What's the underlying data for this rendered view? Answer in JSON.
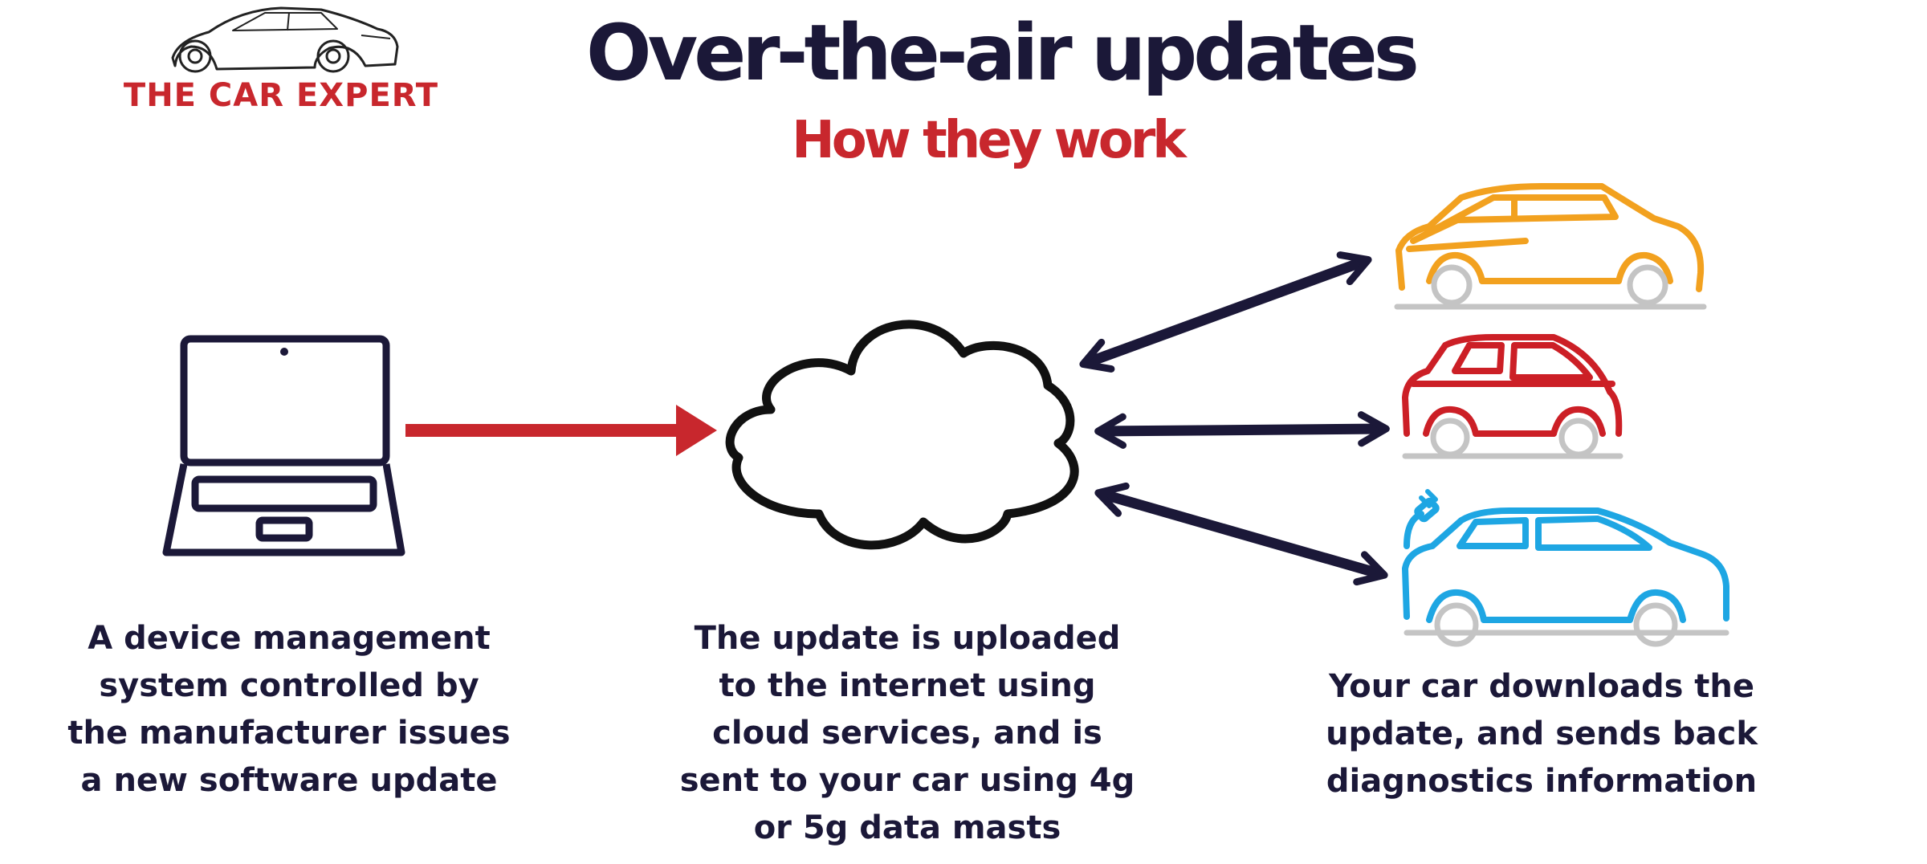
{
  "header": {
    "title": "Over-the-air updates",
    "subtitle": "How they work"
  },
  "brand": {
    "name": "THE CAR EXPERT",
    "logo_icon": "car-silhouette-icon"
  },
  "steps": [
    {
      "icon": "laptop-icon",
      "lines": [
        "A device management",
        "system controlled by",
        "the manufacturer issues",
        "a new software update"
      ]
    },
    {
      "icon": "cloud-icon",
      "lines": [
        "The update is uploaded",
        "to the internet using",
        "cloud services, and is",
        "sent to your car using 4g",
        "or 5g data masts"
      ]
    },
    {
      "icon": "car-icon",
      "lines": [
        "Your car downloads the",
        "update, and sends back",
        "diagnostics information"
      ]
    }
  ],
  "cars": [
    {
      "name": "orange-suv-icon",
      "color": "#f2a11f"
    },
    {
      "name": "red-hatchback-icon",
      "color": "#cc1f26"
    },
    {
      "name": "blue-electric-suv-icon",
      "color": "#1ea6e3"
    }
  ],
  "colors": {
    "navy": "#1b1838",
    "red": "#c8272d",
    "wheel_grey": "#c4c4c4"
  }
}
